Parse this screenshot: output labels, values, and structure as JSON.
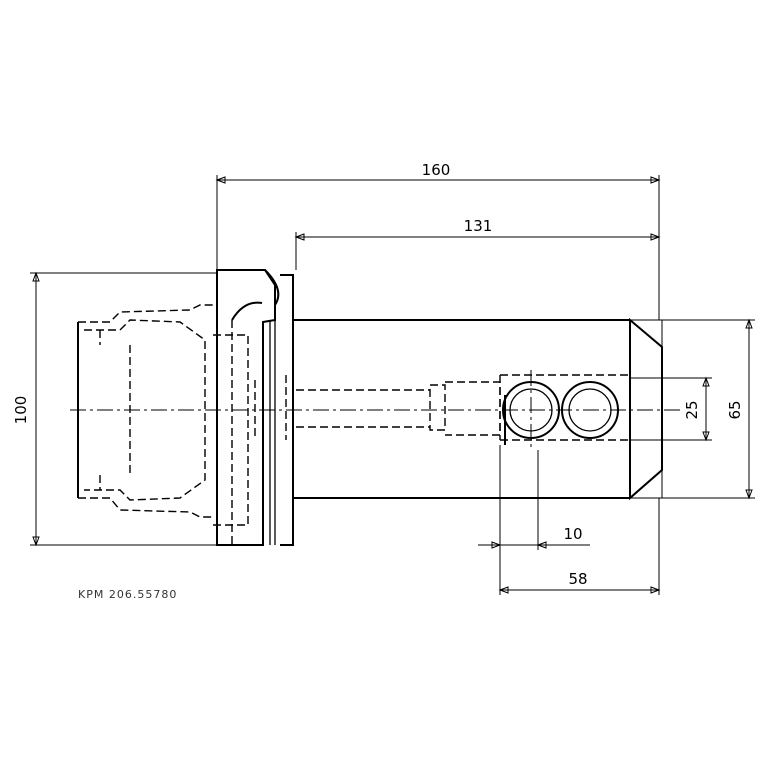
{
  "dimensions": {
    "overall_length": "160",
    "shank_length": "131",
    "flange_diameter": "100",
    "body_height": "65",
    "hole_spacing": "25",
    "hole_offset": "10",
    "hole_zone_length": "58"
  },
  "part_code": "KPM    206.55780"
}
